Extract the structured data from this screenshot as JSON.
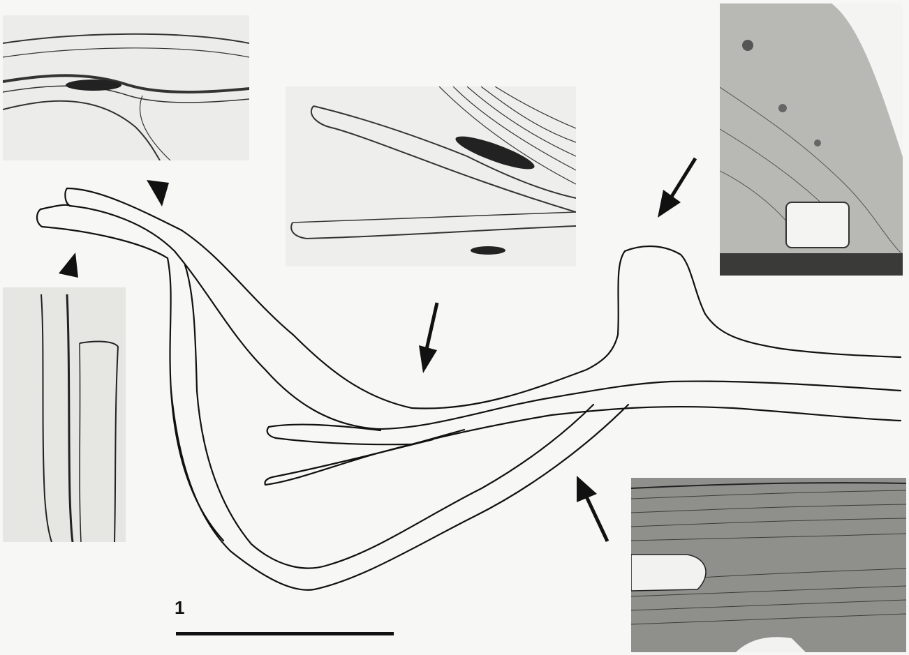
{
  "figure": {
    "number_label": "1",
    "panels": [
      {
        "id": "top-left",
        "content": "micrograph"
      },
      {
        "id": "top-center",
        "content": "micrograph"
      },
      {
        "id": "top-right",
        "content": "micrograph"
      },
      {
        "id": "left",
        "content": "micrograph"
      },
      {
        "id": "bottom-right",
        "content": "micrograph"
      }
    ],
    "markers": [
      {
        "type": "arrowhead",
        "count": 2
      },
      {
        "type": "arrow",
        "count": 3
      }
    ],
    "colors": {
      "ink": "#111111",
      "paper": "#f7f7f5",
      "photo_bg": "#e9e9e6"
    }
  }
}
